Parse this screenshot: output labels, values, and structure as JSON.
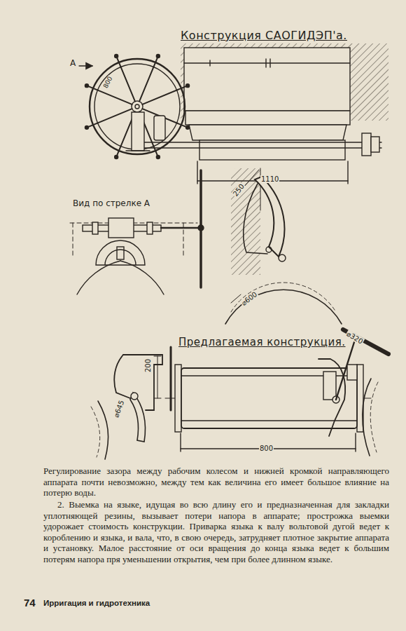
{
  "diagram": {
    "labels": [
      "Конструкция САОГИДЭП'а.",
      "A",
      "800",
      "1110",
      "Вид по стрелке А",
      "250",
      "⌀600",
      "Предлагаемая конструкция.",
      "⌀320",
      "200",
      "⌀645",
      "800",
      "Регулирование зазора между рабочим колесом и нижней кромкой направляющего аппарата почти невозможно, между тем как величина его имеет большое влияние на потерю воды.",
      "2. Выемка на языке, идущая во всю длину его и предназначенная для закладки уплотняющей резины, вызывает потери напора в аппарате; прострожка выемки удорожает стоимость конструкции. Приварка языка к валу вольтовой дугой ведет к короблению и языка, и вала, что, в свою очередь, затрудняет плотное закрытие аппарата и установку. Малое расстояние от оси вращения до конца языка ведет к большим потерям напора пря уменьшении открытия, чем при более длинном языке.",
      "74",
      "Ирригация и гидротехника"
    ]
  }
}
